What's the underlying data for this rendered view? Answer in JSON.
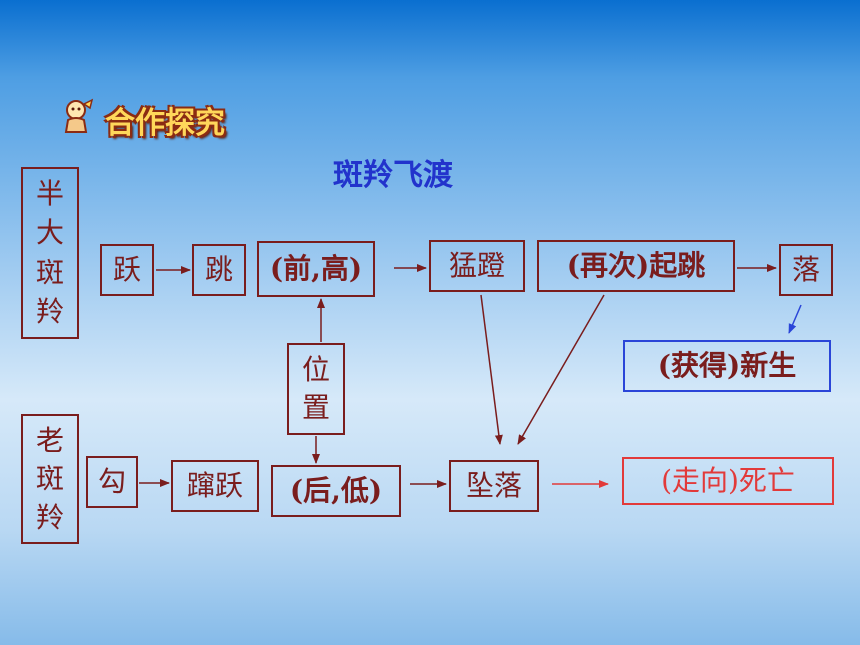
{
  "heading": "合作探究",
  "title": "斑羚飞渡",
  "group_young": [
    "半",
    "大",
    "斑",
    "羚"
  ],
  "group_old": [
    "老",
    "斑",
    "羚"
  ],
  "top_row": {
    "leap": "跃",
    "jump": "跳",
    "front_high": "(前,高)",
    "push_off": "猛蹬",
    "jump_again": "(再次)起跳",
    "land": "落",
    "new_life": "(获得)新生"
  },
  "middle": {
    "position": [
      "位",
      "置"
    ]
  },
  "bottom_row": {
    "hook": "勾",
    "step_leap": "蹿跃",
    "back_low": "(后,低)",
    "fall": "坠落",
    "death": "(走向)死亡"
  },
  "colors": {
    "box_border": "#7a1d1d",
    "blue_arrow": "#2a45d8",
    "red_arrow": "#e23a3a",
    "title": "#2233cc"
  }
}
